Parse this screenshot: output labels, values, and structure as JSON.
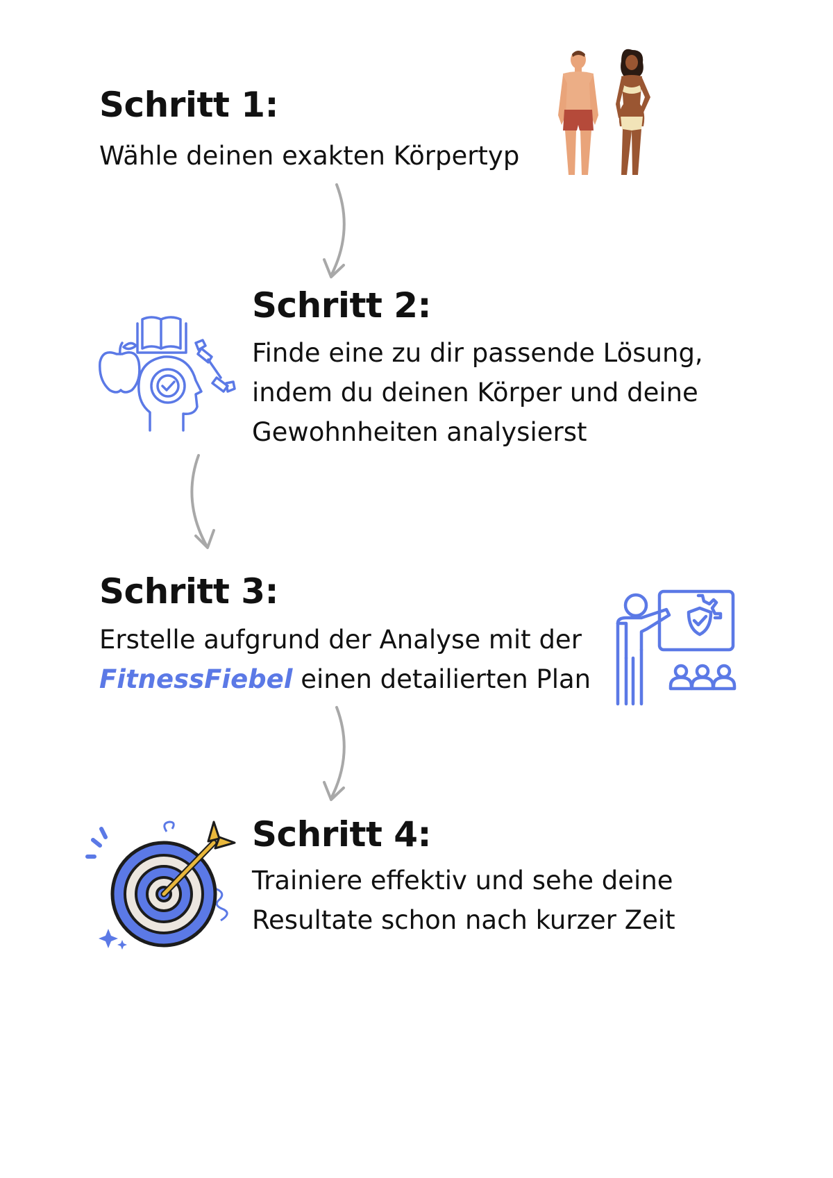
{
  "steps": [
    {
      "title": "Schritt 1:",
      "lines": [
        "Wähle deinen exakten Körpertyp"
      ]
    },
    {
      "title": "Schritt 2:",
      "lines": [
        "Finde eine zu dir passende Lösung,",
        "indem du deinen Körper und deine",
        "Gewohnheiten analysierst"
      ]
    },
    {
      "title": "Schritt 3:",
      "line1": "Erstelle aufgrund der Analyse mit der",
      "brand": "FitnessFiebel",
      "line2_rest": " einen detailierten Plan"
    },
    {
      "title": "Schritt 4:",
      "lines": [
        "Trainiere effektiv und sehe deine",
        "Resultate schon nach kurzer Zeit"
      ]
    }
  ],
  "icons": {
    "step1": "body-types-illustration-icon",
    "step2": "mind-health-check-icon",
    "step3": "presenter-teaching-icon",
    "step4": "target-arrow-icon",
    "connector": "curved-arrow-icon"
  },
  "colors": {
    "accent": "#5b79e6",
    "arrow": "#a8a8a8",
    "text": "#111111"
  }
}
